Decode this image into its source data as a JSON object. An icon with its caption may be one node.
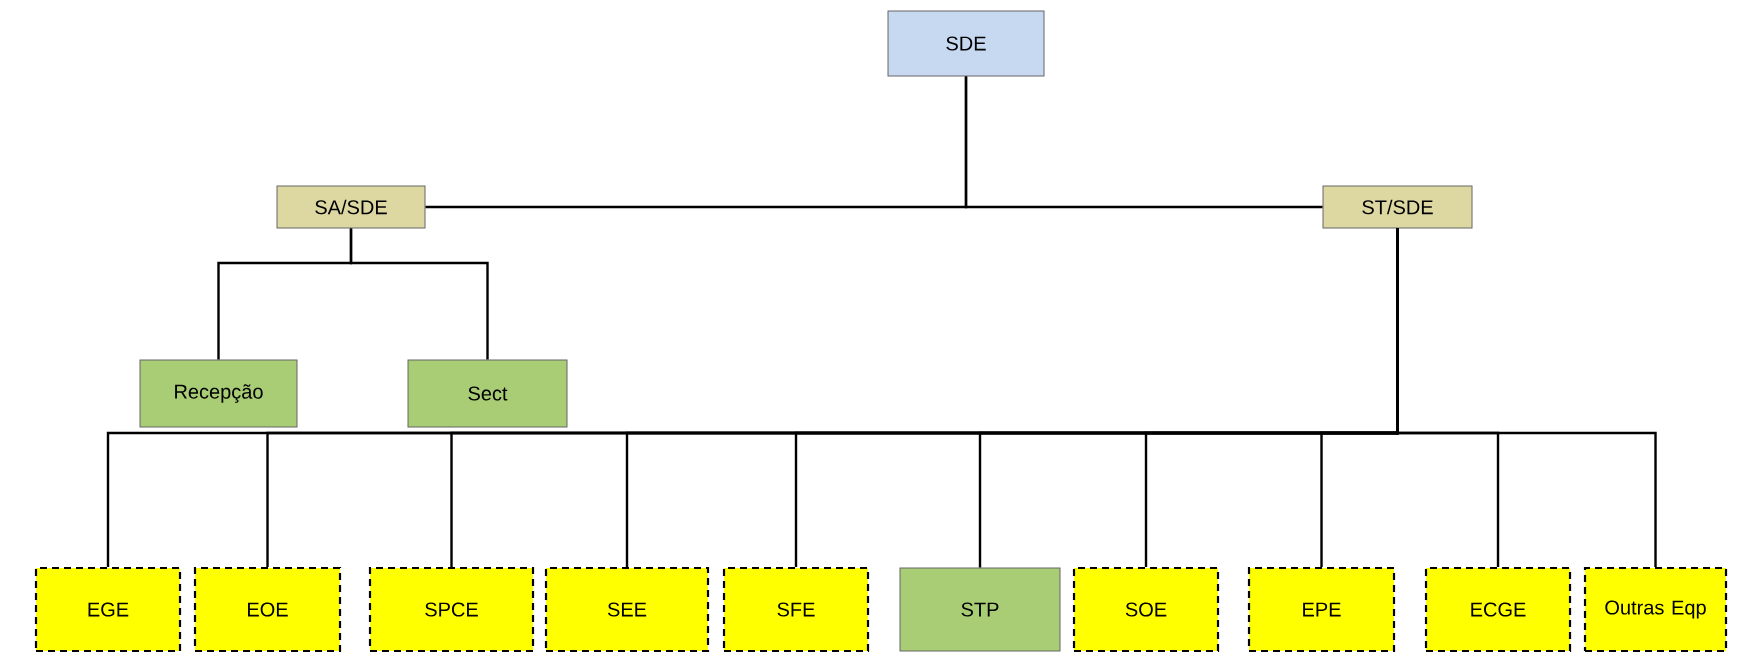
{
  "diagram": {
    "nodes": [
      {
        "text": [
          "SDE"
        ]
      },
      {
        "text": [
          "SA/SDE"
        ]
      },
      {
        "text": [
          "ST/SDE"
        ]
      },
      {
        "text": [
          "Recepção"
        ]
      },
      {
        "text": [
          "Sect"
        ]
      },
      {
        "text": [
          "EGE"
        ]
      },
      {
        "text": [
          "EOE"
        ]
      },
      {
        "text": [
          "SPCE"
        ]
      },
      {
        "text": [
          "SEE"
        ]
      },
      {
        "text": [
          "SFE"
        ]
      },
      {
        "text": [
          "STP"
        ]
      },
      {
        "text": [
          "SOE"
        ]
      },
      {
        "text": [
          "EPE"
        ]
      },
      {
        "text": [
          "ECGE"
        ]
      },
      {
        "text": [
          "Outras Eqp"
        ]
      }
    ],
    "edges": [
      {
        "from": 0,
        "to": 1,
        "arrow": "none"
      },
      {
        "from": 0,
        "to": 2,
        "arrow": "none"
      },
      {
        "from": 1,
        "to": 3,
        "arrow": "none"
      },
      {
        "from": 1,
        "to": 4,
        "arrow": "none"
      },
      {
        "from": 2,
        "to": 5,
        "arrow": "none"
      },
      {
        "from": 2,
        "to": 6,
        "arrow": "none"
      },
      {
        "from": 2,
        "to": 7,
        "arrow": "none"
      },
      {
        "from": 2,
        "to": 8,
        "arrow": "none"
      },
      {
        "from": 2,
        "to": 9,
        "arrow": "none"
      },
      {
        "from": 2,
        "to": 10,
        "arrow": "none"
      },
      {
        "from": 2,
        "to": 11,
        "arrow": "none"
      },
      {
        "from": 2,
        "to": 12,
        "arrow": "none"
      },
      {
        "from": 2,
        "to": 13,
        "arrow": "none"
      },
      {
        "from": 2,
        "to": 14,
        "arrow": "none"
      }
    ]
  }
}
